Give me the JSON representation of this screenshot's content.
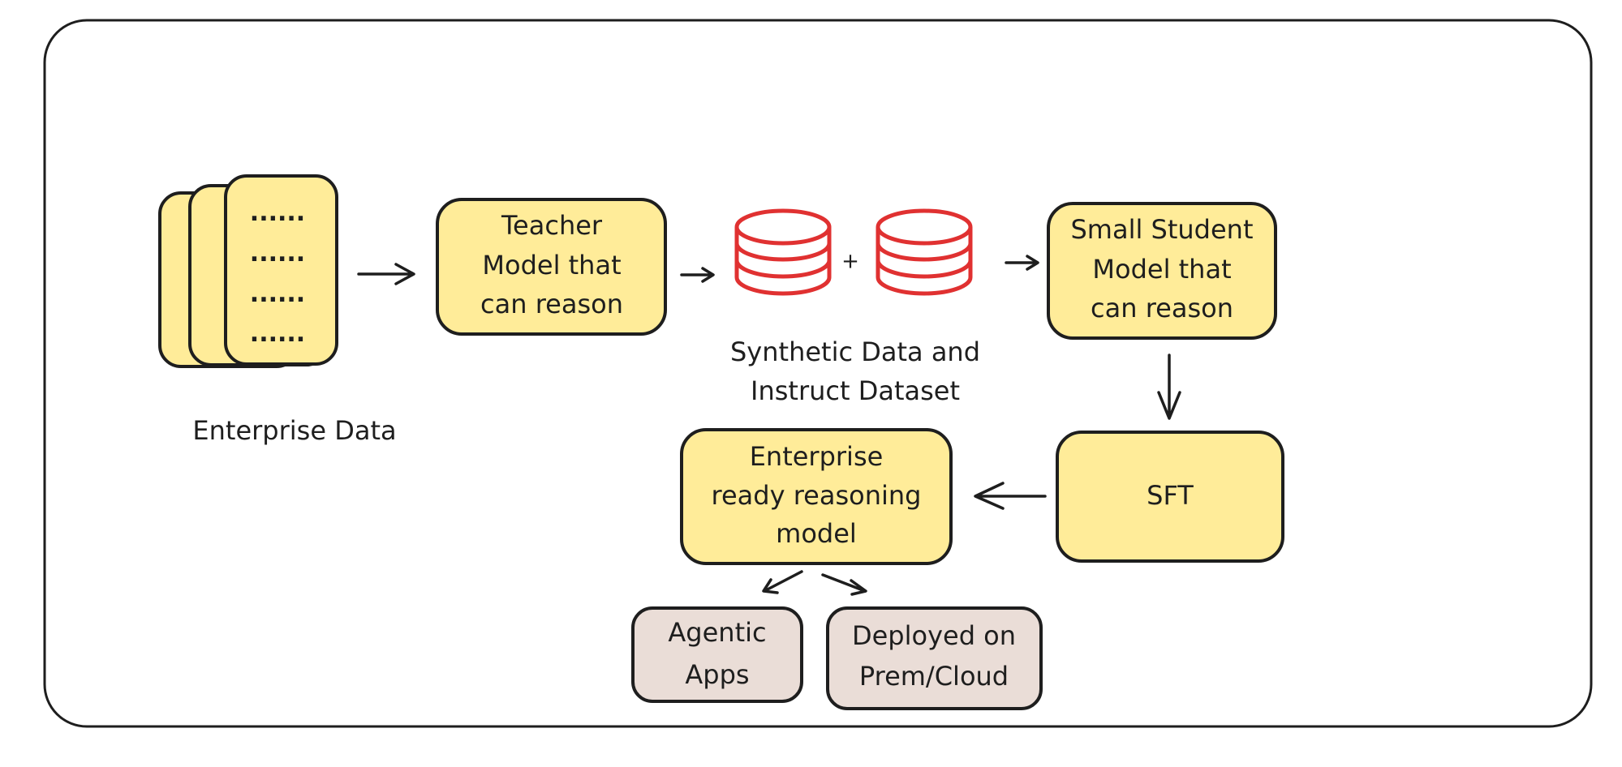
{
  "colors": {
    "node_fill": "#ffec99",
    "output_fill": "#eaddd7",
    "database_stroke": "#e03131",
    "stroke": "#1e1e1e"
  },
  "enterprise_data": {
    "label": "Enterprise Data",
    "dots": "......"
  },
  "teacher": {
    "lines": [
      "Teacher",
      "Model that",
      "can reason"
    ]
  },
  "synthetic": {
    "plus": "+",
    "lines": [
      "Synthetic Data and",
      "Instruct Dataset"
    ]
  },
  "student": {
    "lines": [
      "Small Student",
      "Model that",
      "can reason"
    ]
  },
  "sft": {
    "label": "SFT"
  },
  "enterprise_model": {
    "lines": [
      "Enterprise",
      "ready reasoning",
      "model"
    ]
  },
  "agentic": {
    "lines": [
      "Agentic",
      "Apps"
    ]
  },
  "deployed": {
    "lines": [
      "Deployed on",
      "Prem/Cloud"
    ]
  }
}
